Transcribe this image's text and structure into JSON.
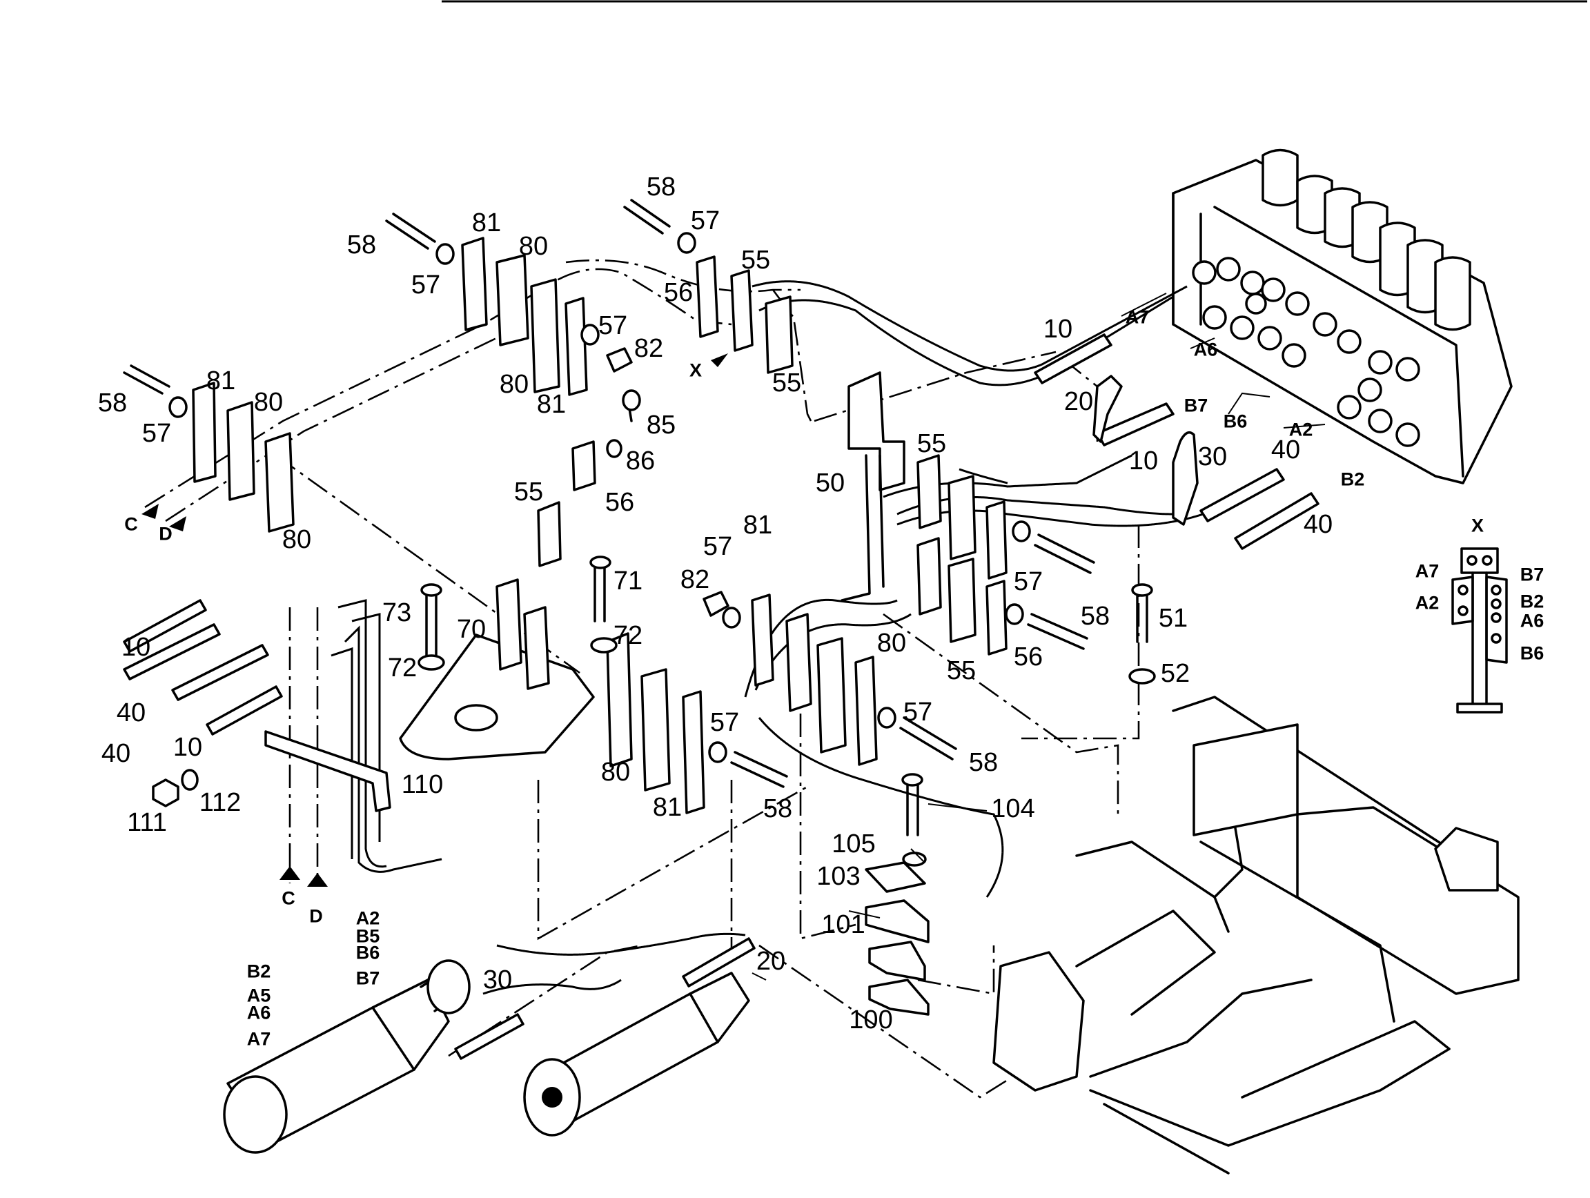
{
  "diagram": {
    "inset_title": "X",
    "callouts": [
      "58",
      "57",
      "81",
      "80",
      "58",
      "57",
      "55",
      "56",
      "57",
      "82",
      "80",
      "81",
      "55",
      "10",
      "A7",
      "A6",
      "20",
      "B7",
      "B6",
      "10",
      "30",
      "40",
      "A2",
      "B2",
      "40",
      "58",
      "81",
      "80",
      "57",
      "80",
      "85",
      "86",
      "55",
      "56",
      "50",
      "55",
      "71",
      "72",
      "73",
      "70",
      "72",
      "57",
      "82",
      "81",
      "57",
      "58",
      "56",
      "55",
      "80",
      "51",
      "52",
      "57",
      "58",
      "104",
      "10",
      "40",
      "40",
      "10",
      "111",
      "112",
      "110",
      "80",
      "57",
      "81",
      "58",
      "105",
      "103",
      "101",
      "100",
      "20",
      "30",
      "C",
      "D",
      "C",
      "D",
      "X",
      "A2",
      "B5",
      "B6",
      "B7",
      "B2",
      "A5",
      "A6",
      "A7",
      "A7",
      "A2",
      "B7",
      "B2",
      "A6",
      "B6"
    ]
  }
}
